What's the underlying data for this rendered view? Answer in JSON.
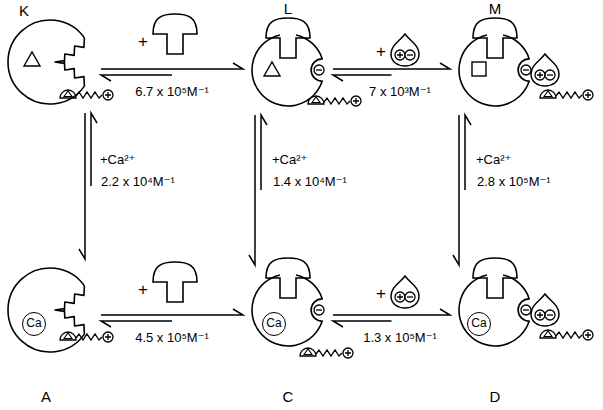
{
  "diagram": {
    "nodes": [
      {
        "text": [
          "K"
        ]
      },
      {
        "text": [
          "L"
        ]
      },
      {
        "text": [
          "M"
        ]
      },
      {
        "text": [
          "A"
        ]
      },
      {
        "text": [
          "Ca"
        ],
        "in": 3
      },
      {
        "text": [
          "C"
        ]
      },
      {
        "text": [
          "Ca"
        ],
        "in": 5
      },
      {
        "text": [
          "D"
        ]
      },
      {
        "text": [
          "Ca"
        ],
        "in": 7
      }
    ],
    "edges": [
      {
        "from": 0,
        "to": 1,
        "arrow": "both",
        "label": "6.7 x 10⁵M⁻¹"
      },
      {
        "from": 1,
        "to": 2,
        "arrow": "both",
        "label": "7 x 10³M⁻¹"
      },
      {
        "from": 0,
        "to": 3,
        "arrow": "both",
        "label": "2.2 x 10⁴M⁻¹"
      },
      {
        "from": 1,
        "to": 5,
        "arrow": "both",
        "label": "1.4 x 10⁴M⁻¹"
      },
      {
        "from": 2,
        "to": 7,
        "arrow": "both",
        "label": "2.8 x 10⁵M⁻¹"
      },
      {
        "from": 3,
        "to": 5,
        "arrow": "both",
        "label": "4.5 x 10⁵M⁻¹"
      },
      {
        "from": 5,
        "to": 7,
        "arrow": "both",
        "label": "1.3 x 10⁵M⁻¹"
      }
    ],
    "labels": [
      "+",
      "+",
      "+Ca²⁺",
      "+Ca²⁺",
      "+Ca²⁺",
      "+",
      "+"
    ]
  }
}
